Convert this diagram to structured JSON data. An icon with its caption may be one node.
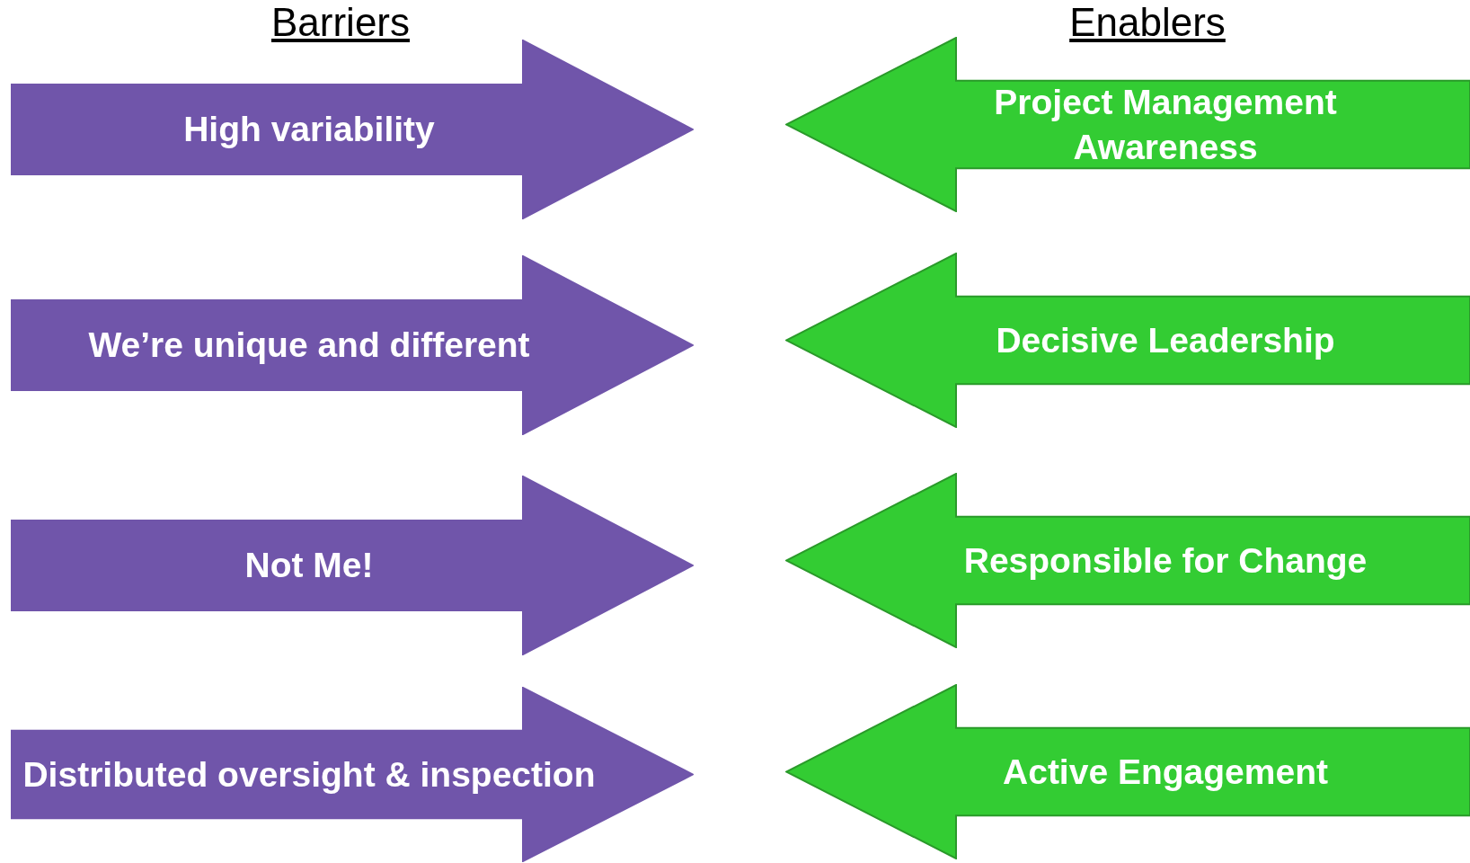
{
  "diagram": {
    "nodes": [
      {
        "text": [
          "High variability"
        ]
      },
      {
        "text": [
          "We’re unique and different"
        ]
      },
      {
        "text": [
          "Not Me!"
        ]
      },
      {
        "text": [
          "Distributed oversight & inspection"
        ]
      },
      {
        "text": [
          "Project Management Awareness"
        ]
      },
      {
        "text": [
          "Decisive Leadership"
        ]
      },
      {
        "text": [
          "Responsible for Change"
        ]
      },
      {
        "text": [
          "Active Engagement"
        ]
      }
    ],
    "labels": [
      "Barriers",
      "Enablers"
    ]
  }
}
